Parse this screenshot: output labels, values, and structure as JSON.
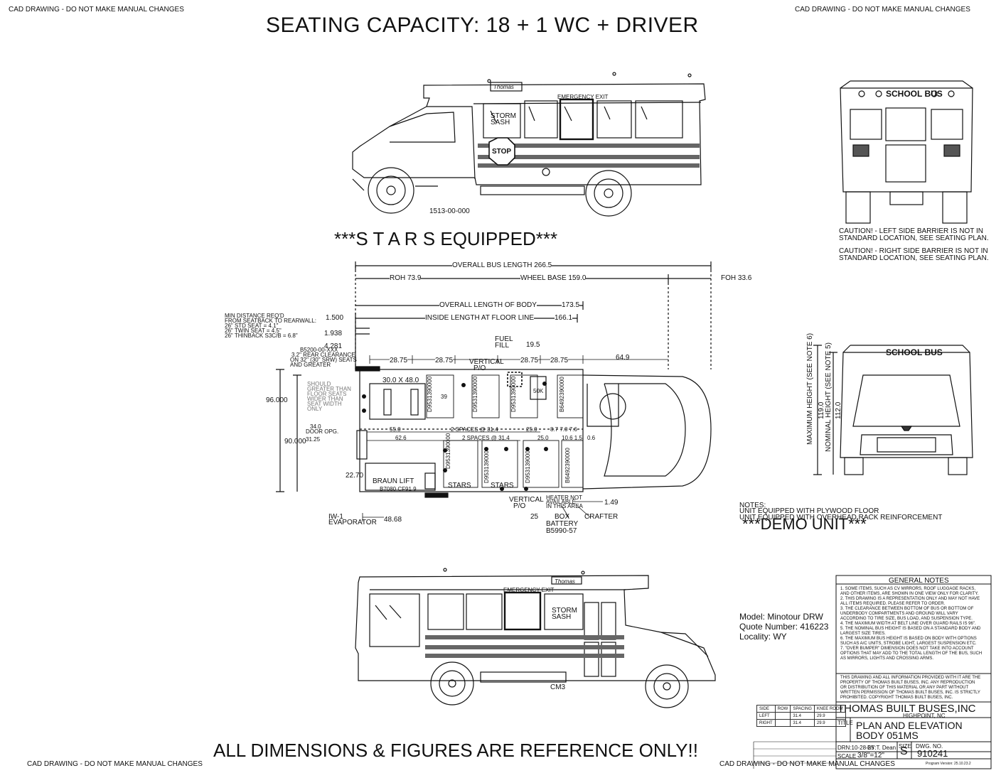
{
  "header": {
    "cad_left": "CAD DRAWING - DO NOT MAKE MANUAL CHANGES",
    "cad_right": "CAD DRAWING - DO NOT MAKE MANUAL CHANGES",
    "seating": "SEATING CAPACITY: 18 + 1 WC  + DRIVER"
  },
  "side_view": {
    "emergency_exit": "EMERGENCY EXIT",
    "storm_sash": [
      "STORM",
      "SASH"
    ],
    "stop": "STOP",
    "part_no": "1513-00-000",
    "brand": "Thomas"
  },
  "stars": "***S T A R S   EQUIPPED***",
  "rear_view": {
    "school_bus": "SCHOOL BUS",
    "caution_left": [
      "CAUTION! - LEFT SIDE BARRIER IS NOT IN",
      "STANDARD LOCATION, SEE SEATING PLAN."
    ],
    "caution_right": [
      "CAUTION! - RIGHT SIDE BARRIER IS NOT IN",
      "STANDARD LOCATION, SEE SEATING PLAN."
    ]
  },
  "front_view": {
    "school_bus": "SCHOOL BUS",
    "max_height_label": "MAXIMUM HEIGHT (SEE NOTE 6)",
    "max_height": "119.0",
    "nominal_height_label": "NOMINAL HEIGHT (SEE NOTE 5)",
    "nominal_height": "112.0"
  },
  "plan": {
    "overall_bus_length": "OVERALL BUS LENGTH 266.5",
    "roh": "ROH 73.9",
    "wheel_base": "WHEEL BASE 159.0",
    "foh": "FOH 33.6",
    "overall_body": "OVERALL LENGTH OF BODY",
    "overall_body_val": "173.5",
    "inside_length": "INSIDE LENGTH AT FLOOR LINE",
    "inside_length_val": "166.1",
    "min_distance": [
      "MIN DISTANCE REQ'D",
      "FROM SEATBACK TO REARWALL:",
      "26\" STD SEAT = 4.1\"",
      "26\" TWIN SEAT = 4.5\"",
      "26\" THINBACK S3C/B = 6.8\""
    ],
    "d_500": "1.500",
    "d_1938": "1.938",
    "d_4281": "4.281",
    "b5200": [
      "B5200-00-XXX",
      "3.2\" REAR CLEARANCE",
      "ON 32\" (30\" SRW) SEATS",
      "AND GREATER"
    ],
    "fuel": [
      "FUEL",
      "FILL"
    ],
    "fuel_val": "19.5",
    "vertical_po_top": [
      "VERTICAL",
      "P/O"
    ],
    "d_2875a": "28.75",
    "d_2875b": "28.75",
    "d_2875c": "28.75",
    "d_2875d": "28.75",
    "d_649": "64.9",
    "d_300x480": "30.0 X 48.0",
    "w_96": "96.000",
    "w_90": "90.000",
    "d_550": "55.0",
    "spaces_top": "2 SPACES @ 31.4",
    "d_250a": "25.0",
    "d_878": "8.7 7.0 7.6",
    "d_626": "62.6",
    "spaces_bot": "2 SPACES @ 31.4",
    "d_250b": "25.0",
    "d_1068": "10.6 1.5",
    "d_06": "0.6",
    "d_340": "34.0",
    "door_opg": "DOOR OPG.",
    "d_3125": "31.25",
    "seat_codes": [
      "D9531390000",
      "D9531390000",
      "D9531390000",
      "B6492390000",
      "D9531390000",
      "D9531390000",
      "D9531390000",
      "B6492390000"
    ],
    "seat_39": "39",
    "should_note": [
      "SHOULD",
      "GREATER THAN",
      "FLOOR SEATS",
      "WIDER THAN",
      "SEAT WIDTH",
      "ONLY"
    ],
    "d_2270": "22.70",
    "braun_lift": "BRAUN LIFT",
    "lift_code": "B7080 CF91 9",
    "stars_a": "STARS",
    "stars_b": "STARS",
    "vertical_po_bot": [
      "VERTICAL",
      "P/O"
    ],
    "heater_note": [
      "HEATER NOT",
      "AVAILABLE",
      "IN THIS AREA"
    ],
    "d_149": "1.49",
    "iw": "IW-1",
    "evaporator": "EVAPORATOR",
    "d_4868": "48.68",
    "box": "BOX",
    "crafter": "CRAFTER",
    "battery": "BATTERY",
    "battery_code": "B5990-57",
    "bat_50k": "50K",
    "d_25": "25"
  },
  "notes": {
    "title": "NOTES:",
    "line1": "UNIT EQUIPPED WITH PLYWOOD FLOOR",
    "line2": "UNIT EQUIPPED WITH OVERHEAD RACK REINFORCEMENT",
    "demo": "***DEMO UNIT***"
  },
  "rear_side": {
    "emergency_exit": "EMERGENCY EXIT",
    "storm_sash": [
      "STORM",
      "SASH"
    ],
    "cm3": "CM3",
    "brand": "Thomas"
  },
  "model": {
    "model": "Model: Minotour DRW",
    "quote": "Quote Number: 416223",
    "locality": "Locality: WY"
  },
  "general_notes": {
    "title": "GENERAL NOTES",
    "items": [
      "1. SOME ITEMS, SUCH AS CV MIRRORS, ROOF LUGGAGE RACKS, AND OTHER ITEMS, ARE SHOWN IN ONE VIEW ONLY FOR CLARITY.",
      "2. THIS DRAWING IS A REPRESENTATION ONLY AND MAY NOT HAVE ALL ITEMS REQUIRED. PLEASE REFER TO ORDER.",
      "3. THE CLEARANCE BETWEEN BOTTOM OF BUS OR BOTTOM OF UNDERBODY COMPARTMENTS AND GROUND WILL VARY ACCORDING TO TIRE SIZE, BUS LOAD, AND SUSPENSION TYPE.",
      "4. THE MAXIMUM WIDTH AT BELT LINE OVER GUARD RAILS IS 96\".",
      "5. THE NOMINAL BUS HEIGHT IS BASED ON A STANDARD BODY AND LARGEST SIZE TIRES.",
      "6. THE MAXIMUM BUS HEIGHT IS BASED ON BODY WITH OPTIONS SUCH AS A/C UNITS, STROBE LIGHT, LARGEST SUSPENSION ETC.",
      "7. \"OVER BUMPER\" DIMENSION DOES NOT TAKE INTO ACCOUNT OPTIONS THAT MAY ADD TO THE TOTAL LENGTH OF THE BUS, SUCH AS MIRRORS, LIGHTS AND CROSSING ARMS."
    ],
    "property": "THIS DRAWING AND ALL INFORMATION PROVIDED WITH IT ARE THE PROPERTY OF THOMAS BUILT BUSES, INC. ANY REPRODUCTION OR DISTRIBUTION OF THIS MATERIAL OR ANY PART WITHOUT WRITTEN PERMISSION OF THOMAS BUILT BUSES, INC. IS STRICTLY PROHIBITED. COPYRIGHT THOMAS BUILT BUSES, INC."
  },
  "title_block": {
    "company": "THOMAS BUILT BUSES,INC",
    "city": "HIGHPOINT, NC",
    "title_label": "TITLE",
    "title1": "PLAN AND ELEVATION",
    "title2": "BODY 051MS",
    "drn": "DRN:10-28-25",
    "by": "BY:T. Dean",
    "size_label": "SIZE",
    "size": "S",
    "dwg_label": "DWG. NO.",
    "dwg": "910241",
    "scale": "SCALE",
    "scale_val": "3/8\"=12\"",
    "program": "Program Version: 25.10.23.2"
  },
  "side_table": {
    "headers": [
      "SIDE",
      "ROW",
      "SPACING",
      "KNEE ROOM"
    ],
    "rows": [
      [
        "LEFT",
        "",
        "31.4",
        "29.9"
      ],
      [
        "RIGHT",
        "",
        "31.4",
        "29.9"
      ]
    ]
  },
  "footer": {
    "reference": "ALL DIMENSIONS & FIGURES ARE REFERENCE ONLY!!",
    "cad_left": "CAD DRAWING - DO NOT MAKE MANUAL CHANGES",
    "cad_right": "CAD DRAWING - DO NOT MAKE MANUAL CHANGES"
  }
}
